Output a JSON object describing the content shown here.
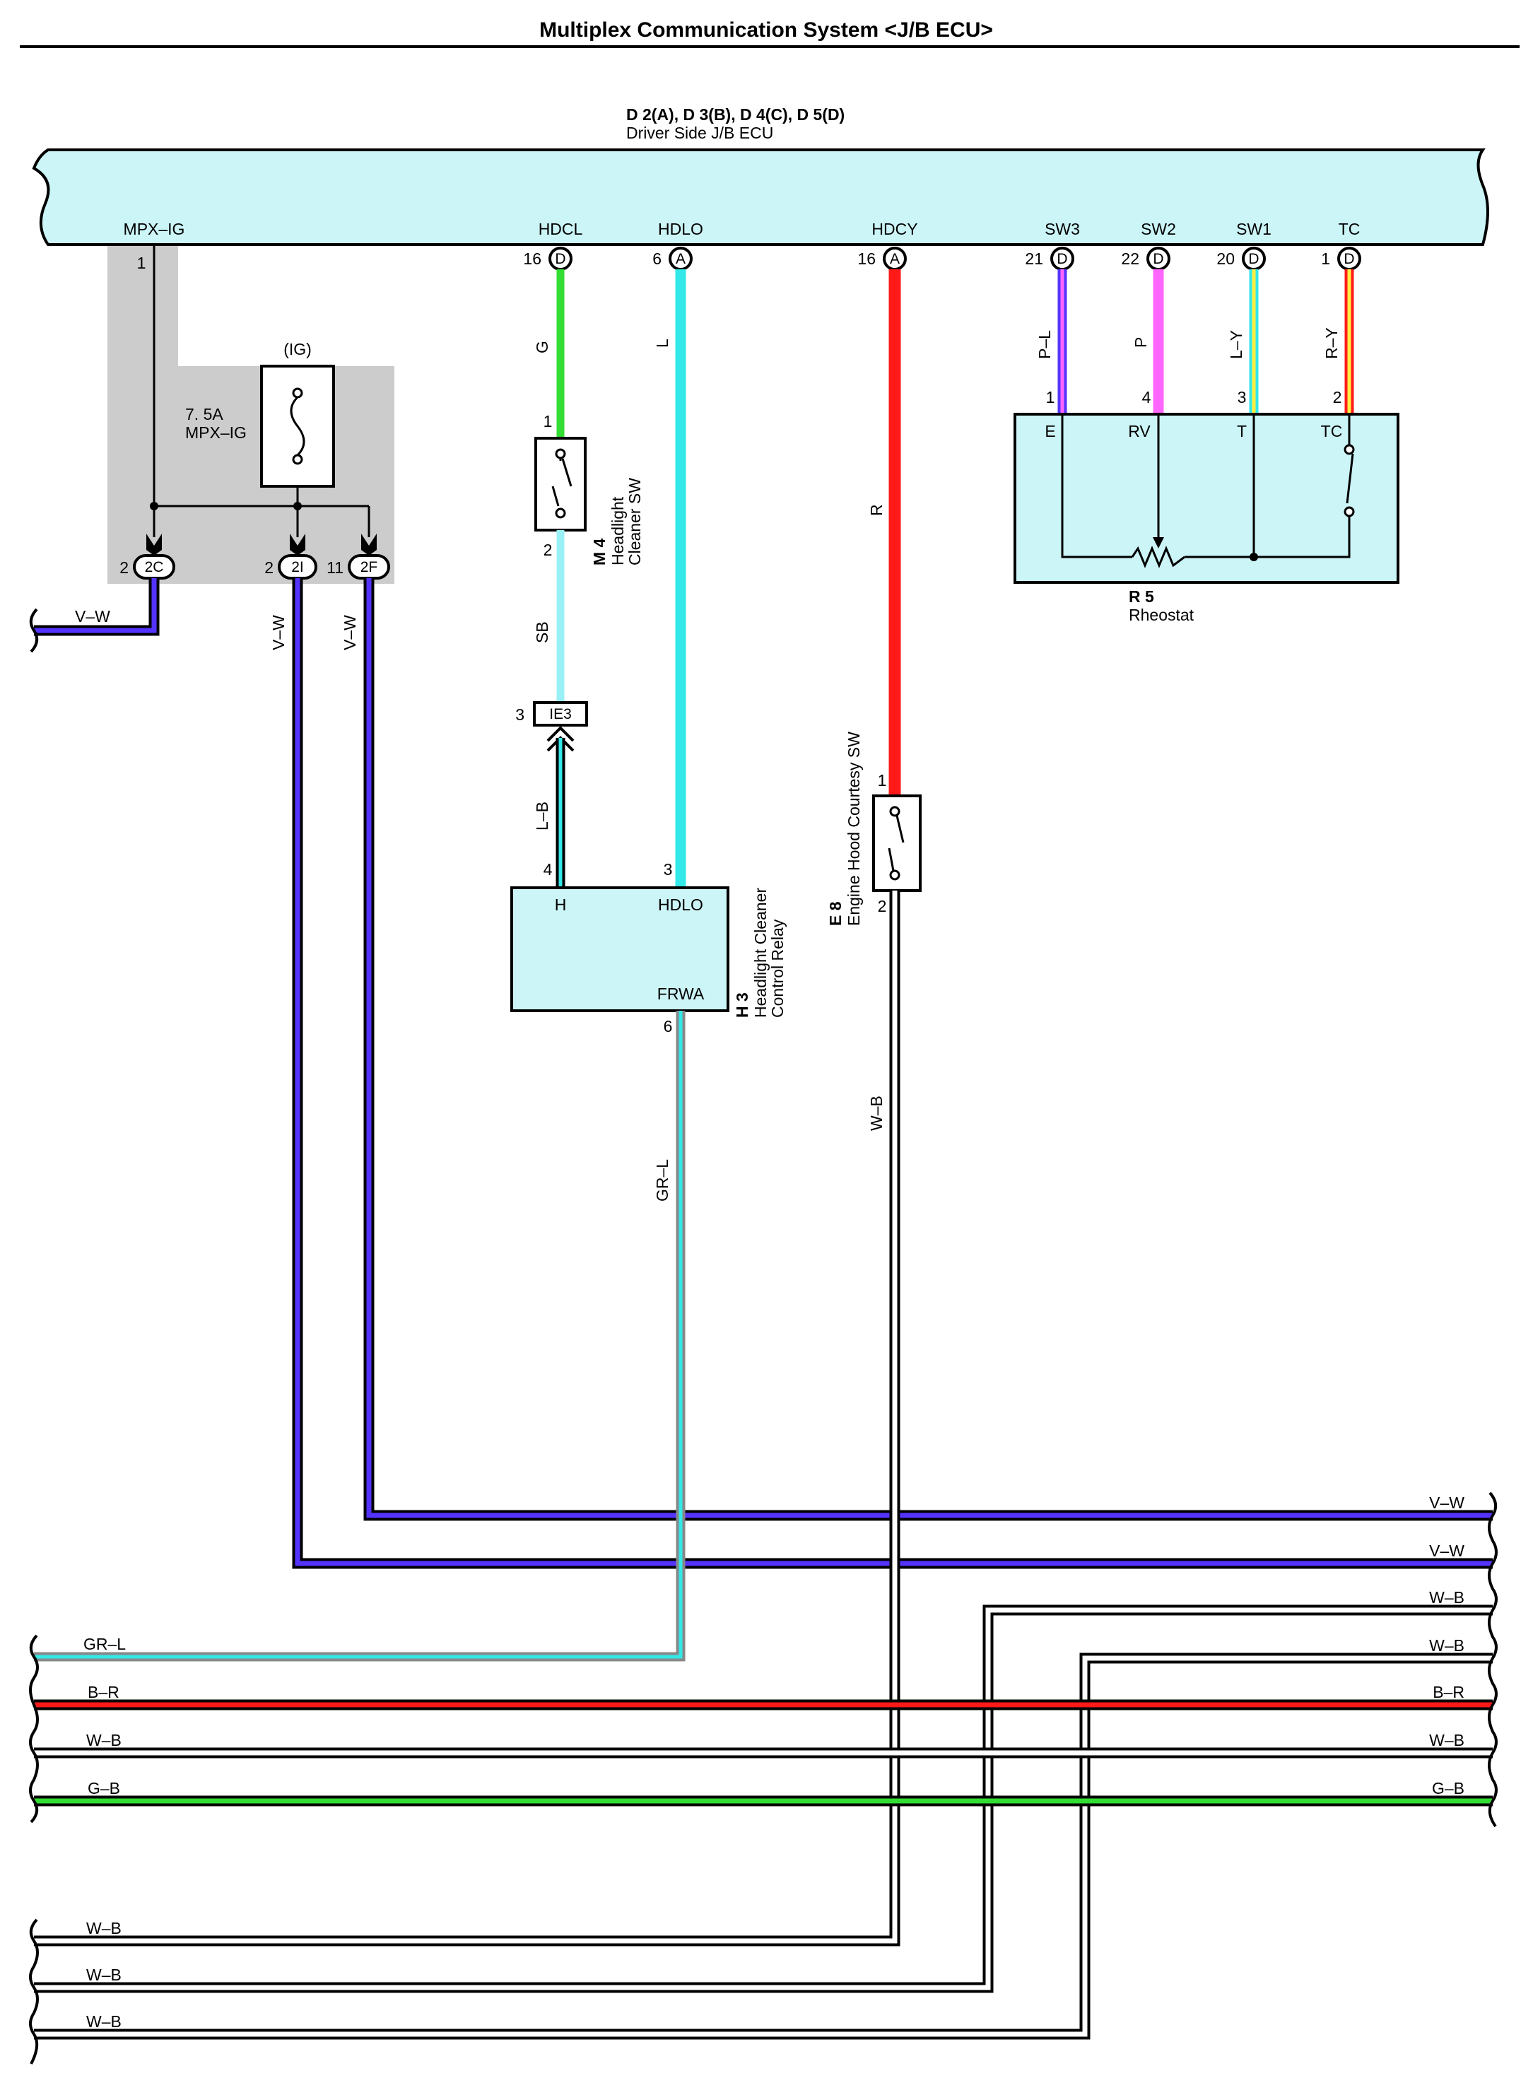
{
  "title": "Multiplex Communication System <J/B ECU>",
  "ecu": {
    "code": "D 2(A), D 3(B), D 4(C), D 5(D)",
    "name": "Driver Side J/B ECU",
    "pins": [
      {
        "label": "MPX–IG"
      },
      {
        "label": "HDCL",
        "num": "16",
        "conn": "D"
      },
      {
        "label": "HDLO",
        "num": "6",
        "conn": "A"
      },
      {
        "label": "HDCY",
        "num": "16",
        "conn": "A"
      },
      {
        "label": "SW3",
        "num": "21",
        "conn": "D"
      },
      {
        "label": "SW2",
        "num": "22",
        "conn": "D"
      },
      {
        "label": "SW1",
        "num": "20",
        "conn": "D"
      },
      {
        "label": "TC",
        "num": "1",
        "conn": "D"
      }
    ],
    "mpx_pin_num": "1"
  },
  "fuse": {
    "group": "(IG)",
    "rating": "7. 5A",
    "name": "MPX–IG"
  },
  "junctions": [
    {
      "num": "2",
      "code": "2C"
    },
    {
      "num": "2",
      "code": "2I"
    },
    {
      "num": "11",
      "code": "2F"
    }
  ],
  "wire_colors": [
    "V–W",
    "V–W",
    "V–W",
    "G",
    "L",
    "R",
    "SB",
    "L–B",
    "GR–L",
    "W–B",
    "P–L",
    "P",
    "L–Y",
    "R–Y"
  ],
  "headlight_sw": {
    "code": "M 4",
    "name1": "Headlight",
    "name2": "Cleaner SW",
    "pin_top": "1",
    "pin_bottom": "2"
  },
  "connector_ie3": {
    "num": "3",
    "code": "IE3"
  },
  "relay": {
    "code": "H 3",
    "name1": "Headlight Cleaner",
    "name2": "Control Relay",
    "pin_h": "H",
    "pin_hdlo": "HDLO",
    "pin_frwa": "FRWA",
    "num_h": "4",
    "num_hdlo": "3",
    "num_frwa": "6"
  },
  "hood_sw": {
    "code": "E 8",
    "name": "Engine Hood Courtesy SW",
    "pin_top": "1",
    "pin_bottom": "2"
  },
  "rheostat": {
    "code": "R 5",
    "name": "Rheostat",
    "pins": [
      "E",
      "RV",
      "T",
      "TC"
    ],
    "nums": [
      "1",
      "4",
      "3",
      "2"
    ]
  },
  "left_stubs": {
    "v_w": "V–W",
    "gr_l": "GR–L",
    "b_r": "B–R",
    "w_b": "W–B",
    "g_b": "G–B",
    "w_b2": "W–B",
    "w_b3": "W–B",
    "w_b4": "W–B"
  },
  "right_stubs": [
    "V–W",
    "V–W",
    "W–B",
    "W–B",
    "B–R",
    "W–B",
    "G–B"
  ],
  "colors": {
    "ecu_fill": "#ccf5f7",
    "gray_area": "#cccccc",
    "violet": "#5533ff",
    "green": "#33dd33",
    "cyan": "#33e8e8",
    "red": "#ff1a1a",
    "sky": "#99f0f5",
    "pink": "#ff66ff",
    "yellow": "#ffee44"
  }
}
